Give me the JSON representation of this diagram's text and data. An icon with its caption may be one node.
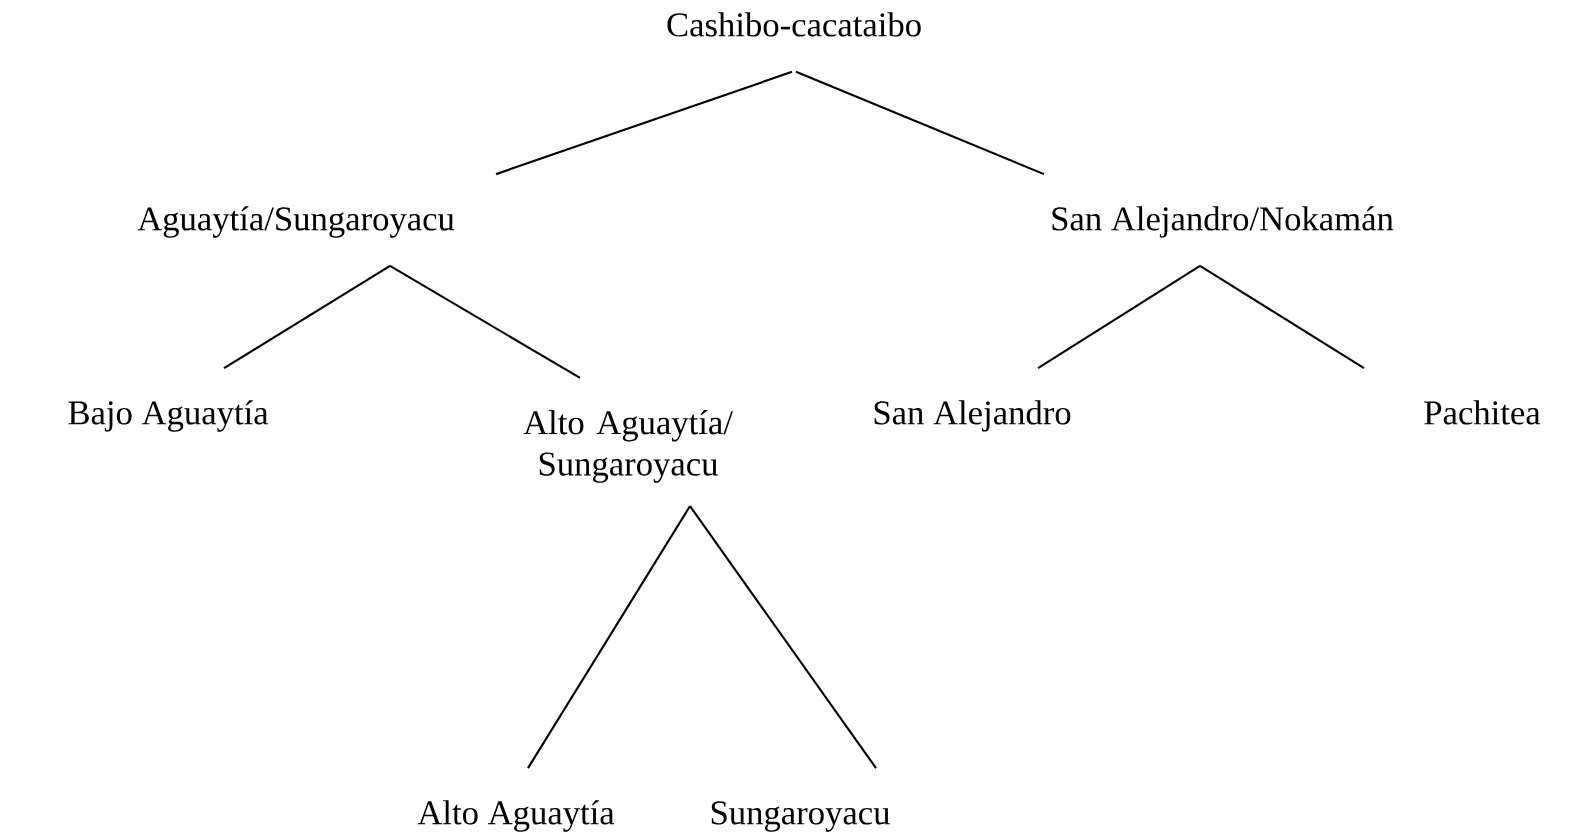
{
  "diagram": {
    "nodes": [
      {
        "text": [
          "Cashibo-cacataibo"
        ]
      },
      {
        "text": [
          "Aguaytía/Sungaroyacu"
        ]
      },
      {
        "text": [
          "San Alejandro/Nokamán"
        ]
      },
      {
        "text": [
          "Bajo Aguaytía"
        ]
      },
      {
        "text": [
          "Alto Aguaytía/ Sungaroyacu"
        ]
      },
      {
        "text": [
          "San Alejandro"
        ]
      },
      {
        "text": [
          "Pachitea"
        ]
      },
      {
        "text": [
          "Alto Aguaytía"
        ]
      },
      {
        "text": [
          "Sungaroyacu"
        ]
      }
    ],
    "edges": [
      {
        "from": 0,
        "to": 1,
        "arrow": "none"
      },
      {
        "from": 0,
        "to": 2,
        "arrow": "none"
      },
      {
        "from": 1,
        "to": 3,
        "arrow": "none"
      },
      {
        "from": 1,
        "to": 4,
        "arrow": "none"
      },
      {
        "from": 2,
        "to": 5,
        "arrow": "none"
      },
      {
        "from": 2,
        "to": 6,
        "arrow": "none"
      },
      {
        "from": 4,
        "to": 7,
        "arrow": "none"
      },
      {
        "from": 4,
        "to": 8,
        "arrow": "none"
      }
    ]
  }
}
